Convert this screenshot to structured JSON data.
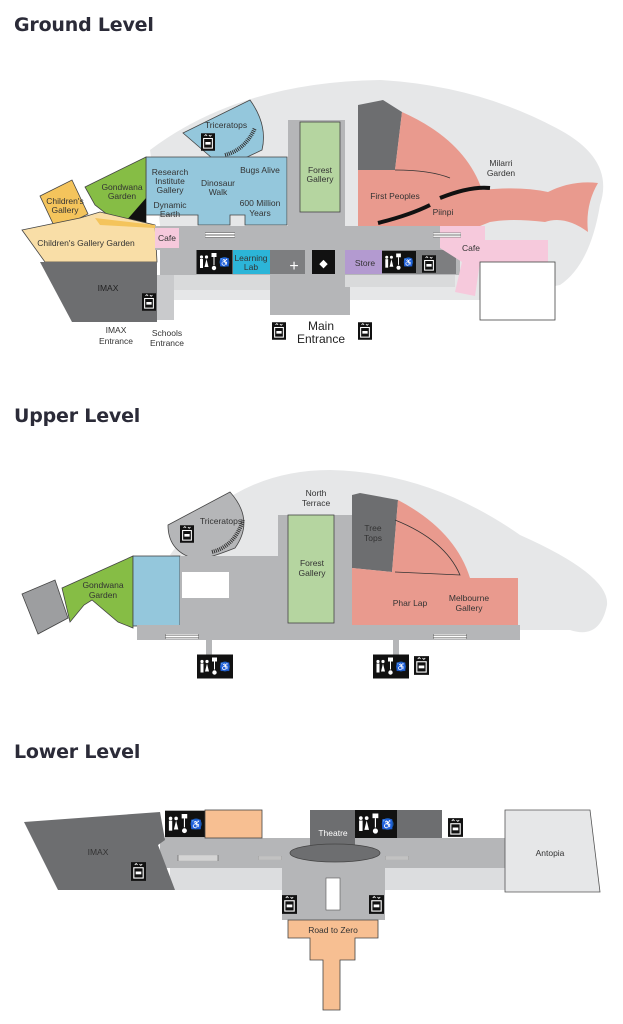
{
  "colors": {
    "blue": "#94c7dc",
    "green": "#86bd45",
    "forest": "#b5d5a0",
    "orange": "#f4c45c",
    "sand": "#f9dea7",
    "pink": "#f6c9dc",
    "red": "#e99a8e",
    "purple": "#b39ad0",
    "cyan": "#2cb5d8",
    "dark": "#6d6e70",
    "corridor": "#b5b6b8",
    "grounds": "#e6e7e8",
    "peach": "#f7bf92",
    "access": "#1a5fb4"
  },
  "ground": {
    "title": "Ground Level",
    "labels": {
      "triceratops": "Triceratops",
      "research1": "Research",
      "research2": "Institute",
      "research3": "Gallery",
      "bugs": "Bugs Alive",
      "dino1": "Dinosaur",
      "dino2": "Walk",
      "dynamic1": "Dynamic",
      "dynamic2": "Earth",
      "million1": "600 Million",
      "million2": "Years",
      "gondwana1": "Gondwana",
      "gondwana2": "Garden",
      "children1": "Children's",
      "children2": "Gallery",
      "cgg": "Children's Gallery Garden",
      "cafe_left": "Cafe",
      "learning1": "Learning",
      "learning2": "Lab",
      "imax": "IMAX",
      "imax_entrance1": "IMAX",
      "imax_entrance2": "Entrance",
      "schools1": "Schools",
      "schools2": "Entrance",
      "forest1": "Forest",
      "forest2": "Gallery",
      "first_peoples": "First Peoples",
      "piinpi": "Piinpi",
      "milarri1": "Milarri",
      "milarri2": "Garden",
      "store": "Store",
      "cafe_right": "Cafe",
      "main1": "Main",
      "main2": "Entrance"
    }
  },
  "upper": {
    "title": "Upper Level",
    "labels": {
      "north1": "North",
      "north2": "Terrace",
      "triceratops": "Triceratops",
      "gondwana1": "Gondwana",
      "gondwana2": "Garden",
      "forest1": "Forest",
      "forest2": "Gallery",
      "tree1": "Tree",
      "tree2": "Tops",
      "pharlap": "Phar Lap",
      "melbourne1": "Melbourne",
      "melbourne2": "Gallery"
    }
  },
  "lower": {
    "title": "Lower Level",
    "labels": {
      "imax": "IMAX",
      "theatre": "Theatre",
      "antopia": "Antopia",
      "road": "Road to Zero"
    }
  }
}
